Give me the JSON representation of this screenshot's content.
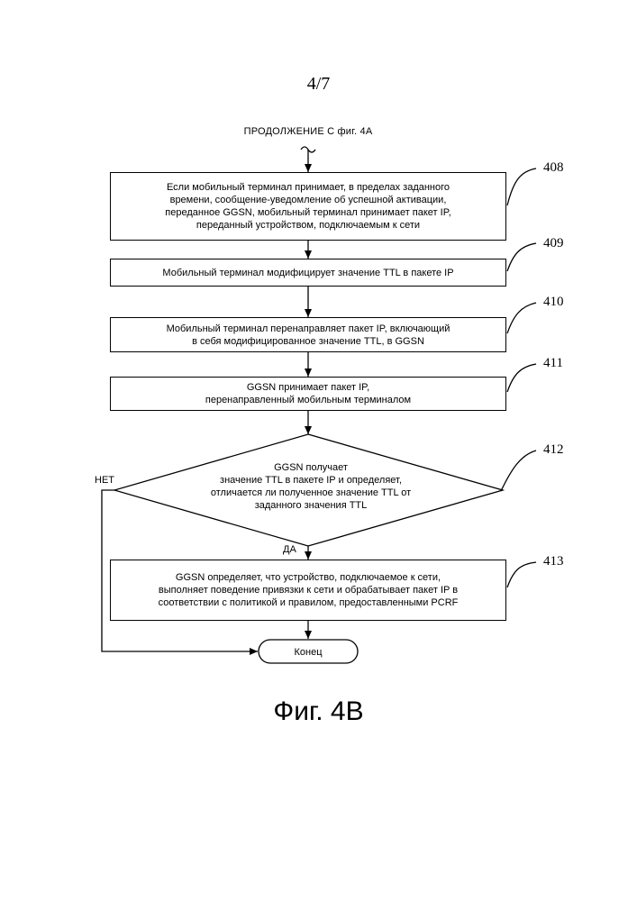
{
  "page_number": "4/7",
  "continuation_label": "ПРОДОЛЖЕНИЕ С фиг. 4А",
  "steps": [
    {
      "ref": "408",
      "text": "Если мобильный терминал принимает, в пределах заданного\nвремени, сообщение-уведомление об успешной активации,\nпереданное GGSN, мобильный терминал принимает пакет IP,\nпереданный устройством, подключаемым к сети"
    },
    {
      "ref": "409",
      "text": "Мобильный терминал модифицирует значение TTL в пакете IP"
    },
    {
      "ref": "410",
      "text": "Мобильный терминал перенаправляет пакет IP, включающий\nв себя модифицированное значение TTL, в GGSN"
    },
    {
      "ref": "411",
      "text": "GGSN принимает пакет IP,\nперенаправленный мобильным терминалом"
    }
  ],
  "decision": {
    "ref": "412",
    "text": "GGSN получает\nзначение TTL в пакете IP и определяет,\nотличается ли полученное значение TTL от\nзаданного значения TTL",
    "no_label": "НЕТ",
    "yes_label": "ДА"
  },
  "final_step": {
    "ref": "413",
    "text": "GGSN определяет, что устройство, подключаемое к сети,\nвыполняет поведение привязки к сети и обрабатывает пакет IP в\nсоответствии с политикой и правилом, предоставленными PCRF"
  },
  "end_label": "Конец",
  "figure_caption": "Фиг. 4В"
}
